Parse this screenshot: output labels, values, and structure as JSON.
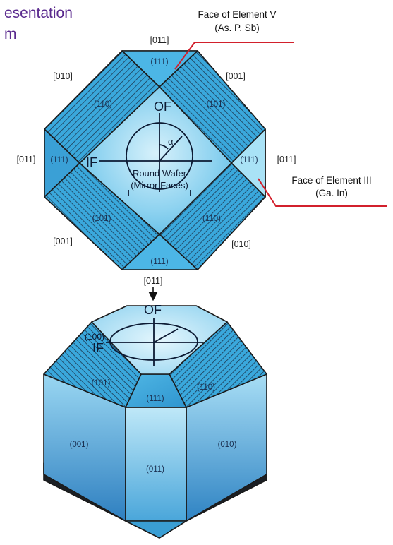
{
  "title": {
    "line1": "esentation",
    "line2": "m"
  },
  "top_view": {
    "directions": {
      "top": "[011]",
      "top_right": "[001]",
      "right": "[011]",
      "bottom_right": "[010]",
      "bottom": "[011]",
      "bottom_left": "[001]",
      "left": "[011]",
      "top_left": "[010]"
    },
    "faces": {
      "top": "(111)",
      "upper_right": "(101)",
      "right": "(111)",
      "lower_right": "(110)",
      "bottom": "(111)",
      "lower_left": "(101)",
      "left": "(111)",
      "upper_left": "(110)"
    },
    "of": "OF",
    "if": "IF",
    "alpha": "α",
    "wafer_line1": "Round Wafer",
    "wafer_line2": "(Mirror Faces)"
  },
  "callouts": {
    "element_v_title": "Face of Element V",
    "element_v_sub": "(As. P. Sb)",
    "element_iii_title": "Face of Element III",
    "element_iii_sub": "(Ga. In)"
  },
  "perspective_view": {
    "of": "OF",
    "if": "IF",
    "top_face": "(100)",
    "left_bevel": "(101)",
    "right_bevel": "(110)",
    "mid_bevel": "(111)",
    "left_side": "(001)",
    "front_side": "(011)",
    "right_side": "(010)"
  },
  "colors": {
    "line_red": "#d2202c",
    "face_blue": "#3aa8dc",
    "light_blue": "#9fdaf2",
    "outline": "#1b1b1b"
  }
}
